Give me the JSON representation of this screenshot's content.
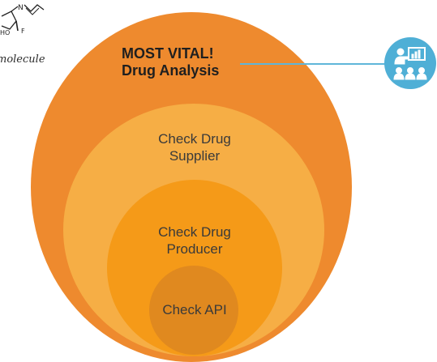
{
  "colors": {
    "outer": "#EE8A2E",
    "second": "#F6AE45",
    "third": "#F59A18",
    "inner": "#E0891F",
    "connector": "#5FB6D9",
    "icon_bg": "#4FAFD6",
    "icon_fg": "#ffffff"
  },
  "labels": {
    "vital_line1": "MOST VITAL!",
    "vital_line2": "Drug Analysis",
    "supplier_line1": "Check Drug",
    "supplier_line2": "Supplier",
    "producer_line1": "Check Drug",
    "producer_line2": "Producer",
    "api": "Check API"
  },
  "molecule": {
    "atom_N": "N",
    "atom_HO": "HO",
    "atom_F": "F",
    "caption": "molecule"
  },
  "icons": {
    "presenter": "presentation-icon"
  }
}
